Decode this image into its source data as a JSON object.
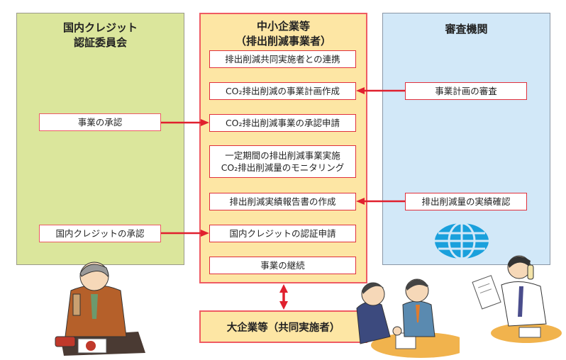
{
  "left_column": {
    "title_line1": "国内クレジット",
    "title_line2": "認証委員会",
    "boxes": [
      {
        "label": "事業の承認"
      },
      {
        "label": "国内クレジットの承認"
      }
    ]
  },
  "middle_column": {
    "title_line1": "中小企業等",
    "title_line2": "（排出削減事業者）",
    "boxes": [
      {
        "label": "排出削減共同実施者との連携"
      },
      {
        "label": "CO₂排出削減の事業計画作成"
      },
      {
        "label": "CO₂排出削減事業の承認申請"
      },
      {
        "label_line1": "一定期間の排出削減事業実施",
        "label_line2": "CO₂排出削減量のモニタリング"
      },
      {
        "label": "排出削減実績報告書の作成"
      },
      {
        "label": "国内クレジットの認証申請"
      },
      {
        "label": "事業の継続"
      }
    ]
  },
  "right_column": {
    "title": "審査機関",
    "boxes": [
      {
        "label": "事業計画の審査"
      },
      {
        "label": "排出削減量の実績確認"
      }
    ]
  },
  "bottom_box": {
    "label": "大企業等（共同実施者）"
  },
  "colors": {
    "left_bg": "#dbe69c",
    "middle_bg": "#fde6a4",
    "right_bg": "#d2e8f8",
    "arrow": "#e0202e",
    "globe": "#1aa0dc"
  }
}
